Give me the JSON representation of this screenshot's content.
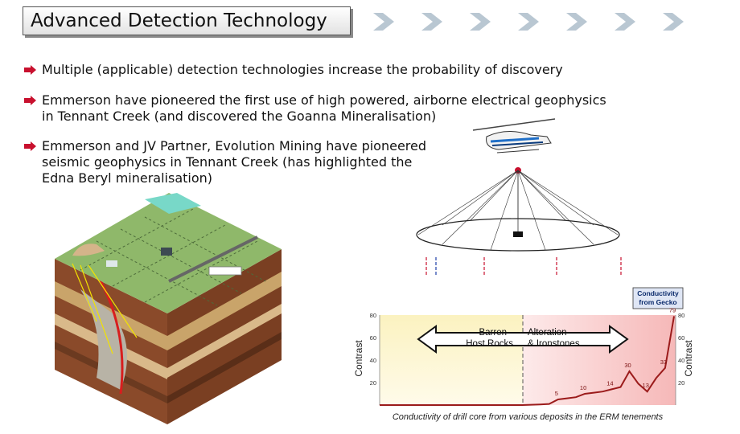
{
  "slide": {
    "title": "Advanced Detection Technology",
    "bullets": [
      [
        "Multiple (applicable) detection technologies increase the probability of discovery"
      ],
      [
        "Emmerson have pioneered the first use of high powered, airborne electrical geophysics",
        "in Tennant Creek (and discovered the Goanna Mineralisation)"
      ],
      [
        "Emmerson and JV Partner, Evolution Mining have pioneered",
        "seismic geophysics in Tennant Creek (has highlighted the",
        "Edna Beryl mineralisation)"
      ]
    ]
  },
  "colors": {
    "bullet_arrow": "#c8102e",
    "chevron": "#b9c7d2",
    "chart_line": "#9b1b1b",
    "left_zone": "#fdf8d8",
    "right_zone": "#f7c4c4"
  },
  "icons": [
    "chevron-right-icon",
    "red-arrow-bullet-icon",
    "helicopter-icon",
    "geological-block-icon"
  ],
  "chart_data": {
    "type": "line",
    "title": "",
    "caption": "Conductivity of drill core from various deposits in the ERM tenements",
    "ylabel_left": "Contrast",
    "ylabel_right": "Contrast",
    "ylim": [
      0,
      80
    ],
    "yticks": [
      20,
      40,
      60,
      80
    ],
    "legend_box": "Conductivity from Gecko",
    "zones": [
      {
        "label_lines": [
          "Barren",
          "Host Rocks"
        ]
      },
      {
        "label_lines": [
          "Alteration",
          "& Ironstones"
        ]
      }
    ],
    "x": [
      0,
      1,
      2,
      3,
      4,
      5,
      6,
      7,
      8,
      9,
      10,
      11,
      12,
      13,
      14,
      15,
      16,
      17,
      18,
      19,
      20,
      21,
      22,
      23,
      24,
      25,
      26,
      27,
      28,
      29,
      30,
      31,
      32,
      33
    ],
    "values": [
      0,
      0,
      0,
      0,
      0,
      0,
      0,
      0,
      0,
      0,
      0,
      0,
      0,
      0,
      0,
      0,
      0,
      0.3,
      0.6,
      1,
      5,
      6,
      7,
      10,
      11,
      12,
      14,
      16,
      30,
      19,
      12,
      24,
      33,
      79
    ],
    "data_labels": [
      {
        "index": 20,
        "text": "5"
      },
      {
        "index": 23,
        "text": "10"
      },
      {
        "index": 26,
        "text": "14"
      },
      {
        "index": 28,
        "text": "30"
      },
      {
        "index": 30,
        "text": "13"
      },
      {
        "index": 32,
        "text": "33"
      },
      {
        "index": 33,
        "text": "79"
      }
    ]
  }
}
